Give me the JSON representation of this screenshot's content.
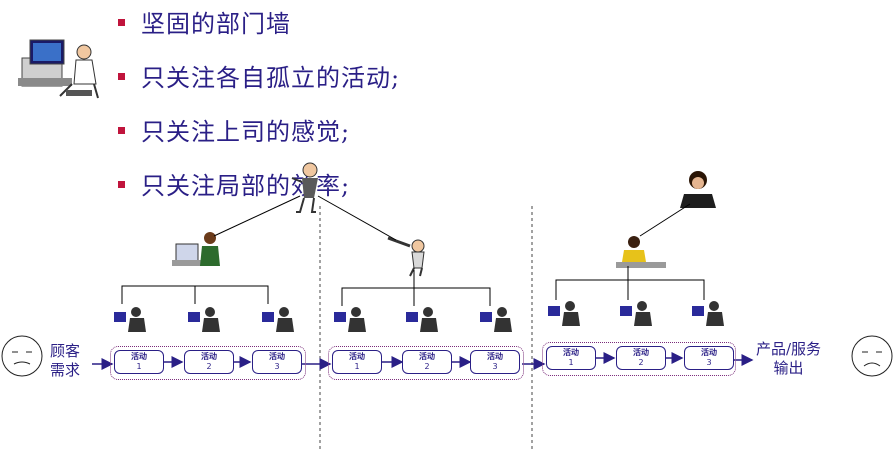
{
  "bullets": [
    "坚固的部门墙",
    "只关注各自孤立的活动;",
    "只关注上司的感觉;",
    "只关注局部的效率;"
  ],
  "customer_label": [
    "顾客",
    "需求"
  ],
  "output_label": [
    "产品/服务",
    "输出"
  ],
  "activity_name": "活动",
  "groups": [
    {
      "activities": [
        {
          "num": "1"
        },
        {
          "num": "2"
        },
        {
          "num": "3"
        }
      ]
    },
    {
      "activities": [
        {
          "num": "1"
        },
        {
          "num": "2"
        },
        {
          "num": "3"
        }
      ]
    },
    {
      "activities": [
        {
          "num": "1"
        },
        {
          "num": "2"
        },
        {
          "num": "3"
        }
      ]
    }
  ],
  "colors": {
    "text": "#2a1f86",
    "bullet": "#c0143c",
    "flow": "#2a1f86",
    "dotted": "#7a2c7a"
  }
}
